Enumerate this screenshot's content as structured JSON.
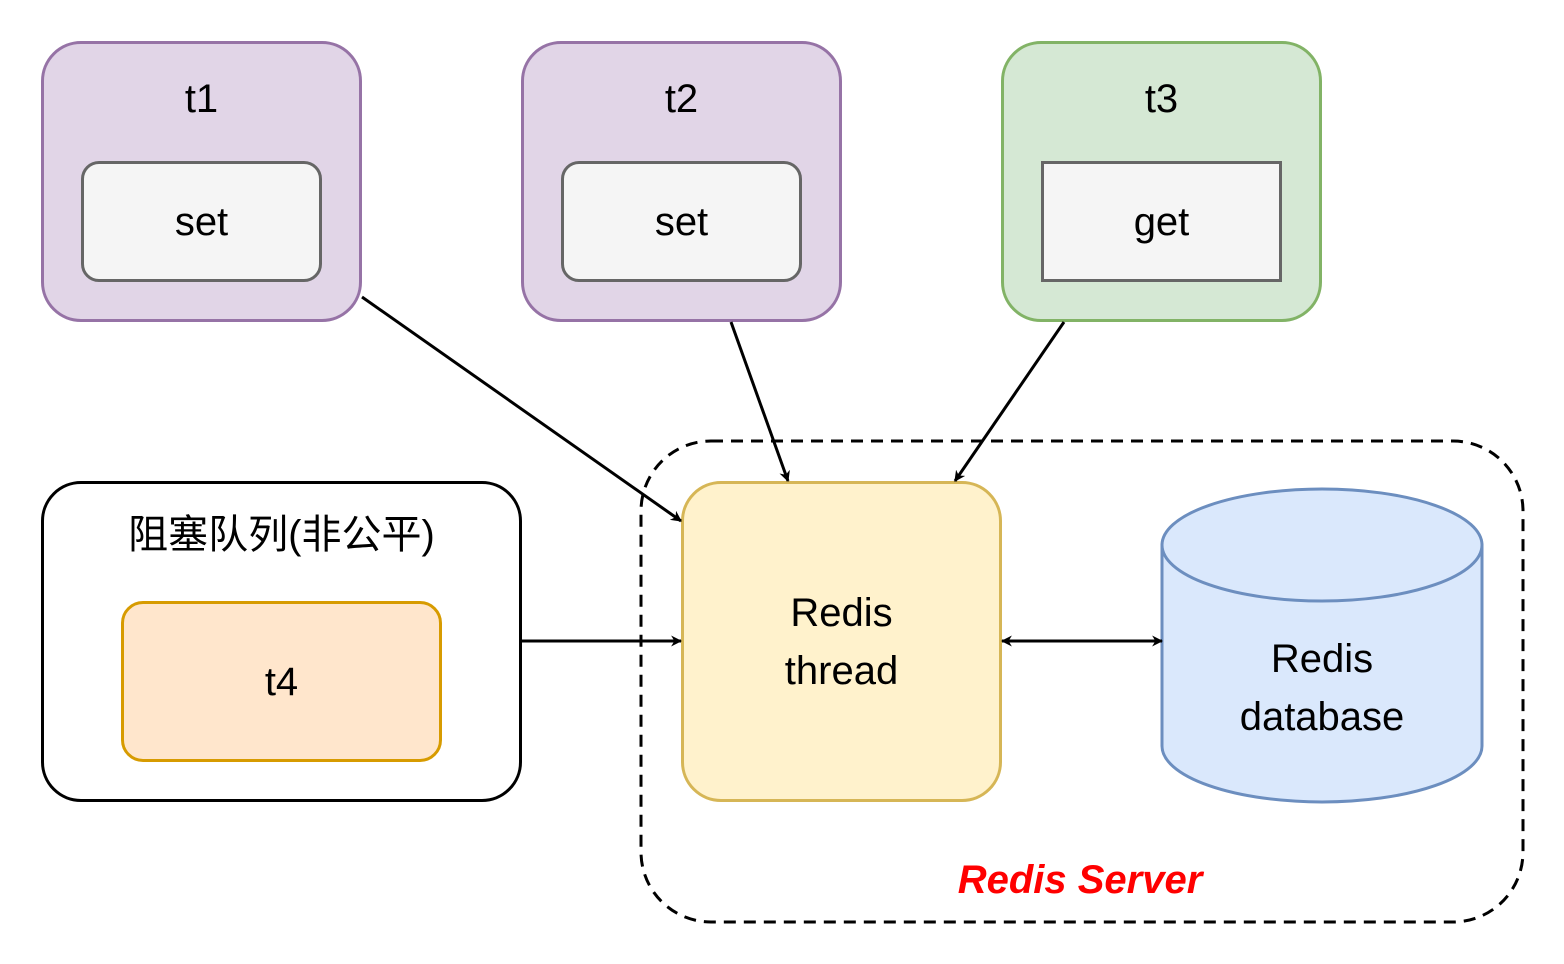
{
  "threads": {
    "t1": {
      "title": "t1",
      "op": "set"
    },
    "t2": {
      "title": "t2",
      "op": "set"
    },
    "t3": {
      "title": "t3",
      "op": "get"
    }
  },
  "queue": {
    "title": "阻塞队列(非公平)",
    "item": "t4"
  },
  "redis_thread": {
    "line1": "Redis",
    "line2": "thread"
  },
  "redis_database": {
    "line1": "Redis",
    "line2": "database"
  },
  "server": {
    "label": "Redis Server"
  },
  "colors": {
    "purple_fill": "#e1d5e7",
    "purple_stroke": "#9673a6",
    "green_fill": "#d5e8d4",
    "green_stroke": "#82b366",
    "yellow_fill": "#fff2cc",
    "yellow_stroke": "#d6b656",
    "orange_fill": "#ffe6cc",
    "orange_stroke": "#d79b00",
    "blue_fill": "#dae8fc",
    "blue_stroke": "#6c8ebf",
    "server_label": "#ff0000"
  }
}
